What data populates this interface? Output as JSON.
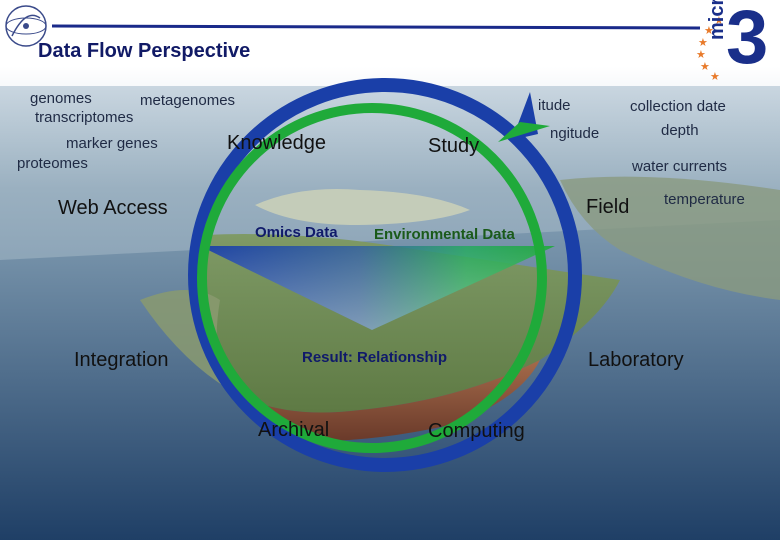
{
  "header": {
    "title": "Data Flow Perspective",
    "logo_text": "micro",
    "logo_digit": "3"
  },
  "omics_terms": {
    "genomes": "genomes",
    "metagenomes": "metagenomes",
    "transcriptomes": "transcriptomes",
    "marker_genes": "marker genes",
    "proteomes": "proteomes"
  },
  "env_terms": {
    "latitude": "itude",
    "longitude": "ngitude",
    "collection_date": "collection date",
    "depth": "depth",
    "water_currents": "water currents",
    "temperature": "temperature"
  },
  "cycle": {
    "knowledge": "Knowledge",
    "study": "Study",
    "web_access": "Web Access",
    "field": "Field",
    "integration": "Integration",
    "laboratory": "Laboratory",
    "archival": "Archival",
    "computing": "Computing"
  },
  "funnel": {
    "omics_data": "Omics Data",
    "environmental_data": "Environmental Data",
    "result": "Result: Relationship"
  },
  "colors": {
    "outer_ring": "#1a3fa8",
    "inner_ring": "#1faa3a",
    "title": "#111a66",
    "header_rule": "#1a2a8a",
    "logo_blue": "#1a2f8a",
    "logo_stars": "#e87a2a"
  }
}
